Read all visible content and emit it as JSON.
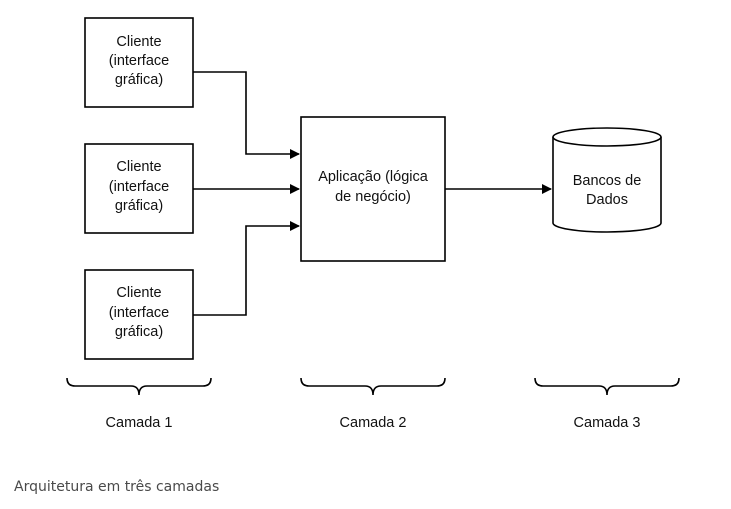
{
  "diagram": {
    "clients": [
      {
        "line1": "Cliente",
        "line2": "(interface",
        "line3": "gráfica)"
      },
      {
        "line1": "Cliente",
        "line2": "(interface",
        "line3": "gráfica)"
      },
      {
        "line1": "Cliente",
        "line2": "(interface",
        "line3": "gráfica)"
      }
    ],
    "application": {
      "line1": "Aplicação (lógica",
      "line2": "de negócio)"
    },
    "database": {
      "line1": "Bancos de",
      "line2": "Dados"
    },
    "layers": [
      {
        "label": "Camada 1"
      },
      {
        "label": "Camada 2"
      },
      {
        "label": "Camada 3"
      }
    ]
  },
  "caption": "Arquitetura em três camadas"
}
